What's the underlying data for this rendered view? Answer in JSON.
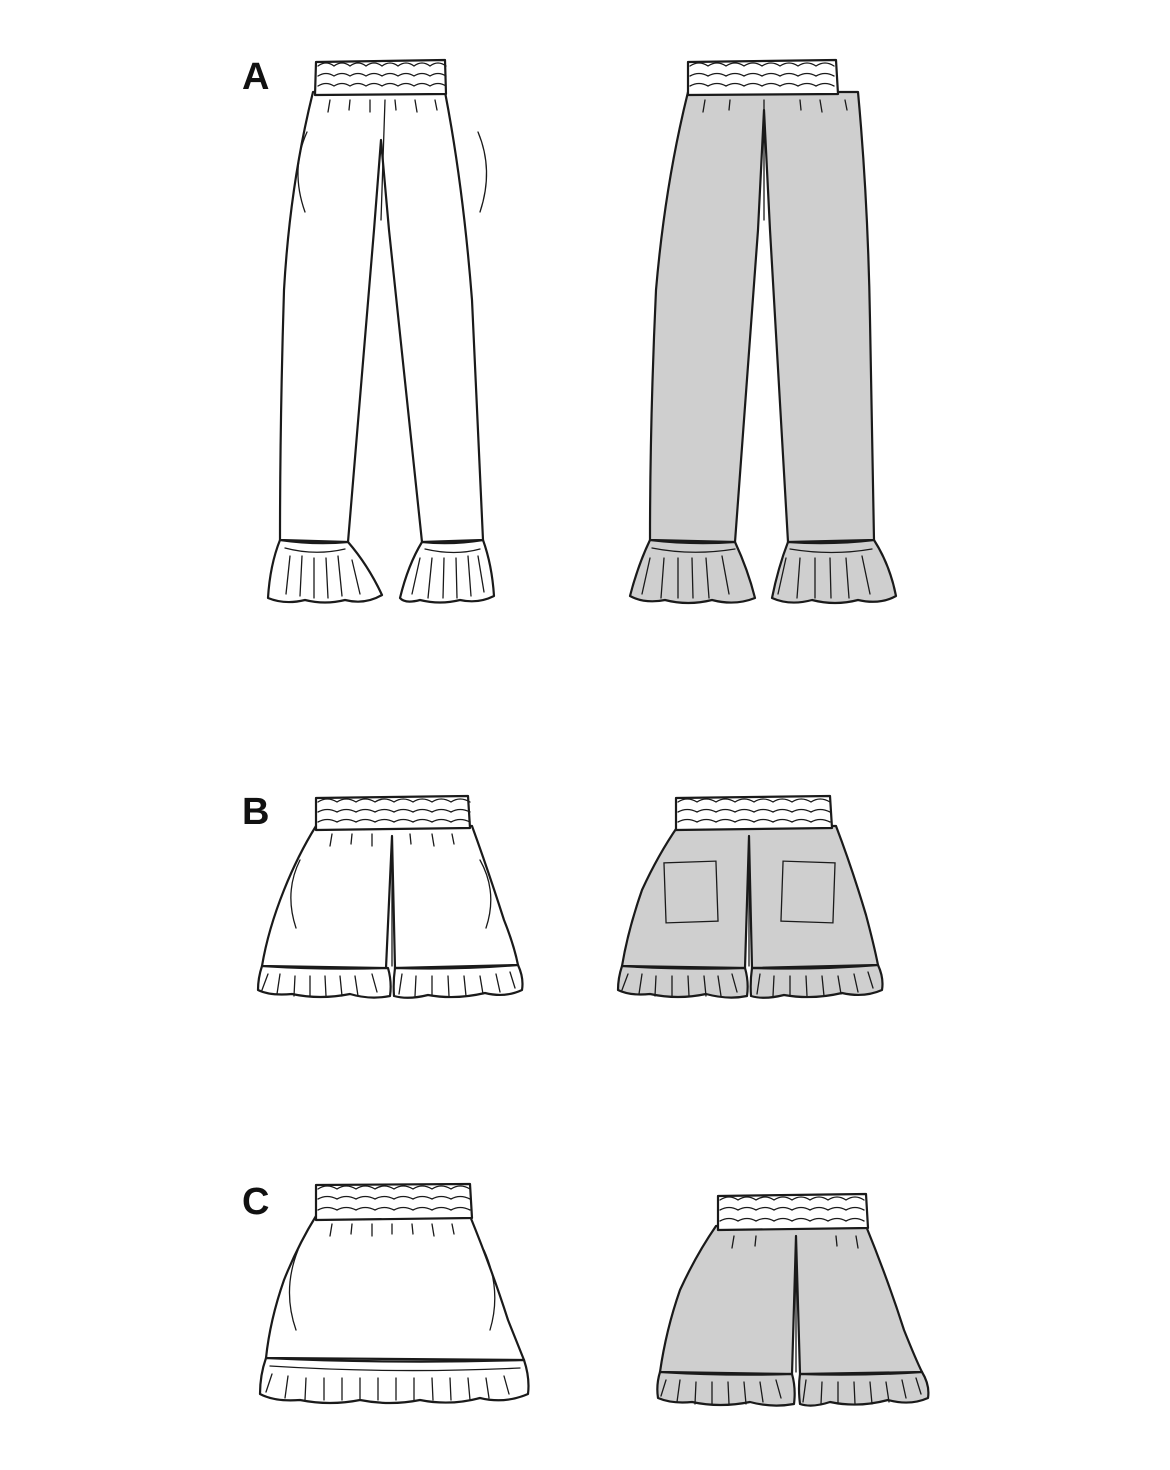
{
  "views": [
    {
      "id": "A",
      "label": "A",
      "garment": "trousers"
    },
    {
      "id": "B",
      "label": "B",
      "garment": "shorts"
    },
    {
      "id": "C",
      "label": "C",
      "garment": "shorts"
    }
  ],
  "colors": {
    "outline": "#1a1a1a",
    "front_fill": "#ffffff",
    "back_fill": "#cfcfcf",
    "background": "#ffffff"
  }
}
